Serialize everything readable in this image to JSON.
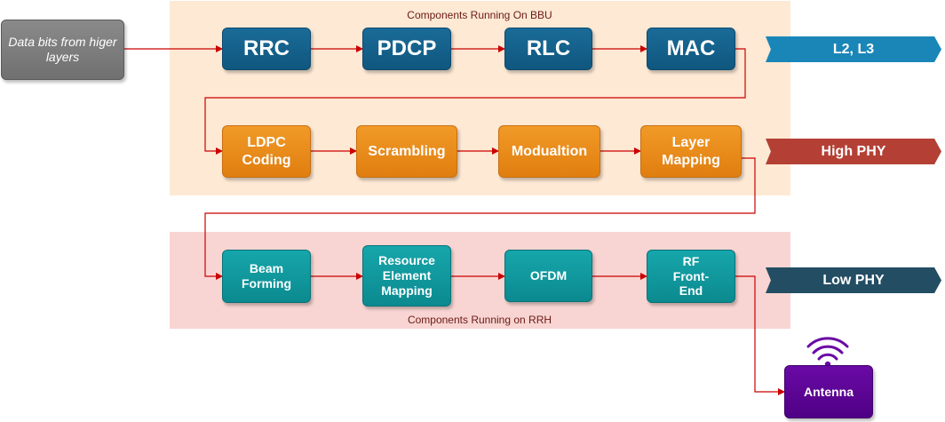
{
  "regions": {
    "bbu_label": "Components Running On BBU",
    "rrh_label": "Components Running on RRH"
  },
  "source": {
    "label": "Data bits from higer layers"
  },
  "l2_blocks": [
    "RRC",
    "PDCP",
    "RLC",
    "MAC"
  ],
  "high_phy_blocks": [
    "LDPC Coding",
    "Scrambling",
    "Modualtion",
    "Layer Mapping"
  ],
  "low_phy_blocks": [
    "Beam Forming",
    "Resource Element Mapping",
    "OFDM",
    "RF Front-End"
  ],
  "antenna": {
    "label": "Antenna",
    "icon": "wifi-signal-icon"
  },
  "banners": {
    "l2_l3": "L2, L3",
    "high_phy": "High PHY",
    "low_phy": "Low PHY"
  },
  "colors": {
    "l2_block": "#0f577f",
    "high_phy_block": "#e07e10",
    "low_phy_block": "#0b8a8f",
    "antenna": "#4f0085",
    "connector": "#cc0000",
    "bbu_region": "#fde9d4",
    "rrh_region": "#f8d5d2"
  }
}
